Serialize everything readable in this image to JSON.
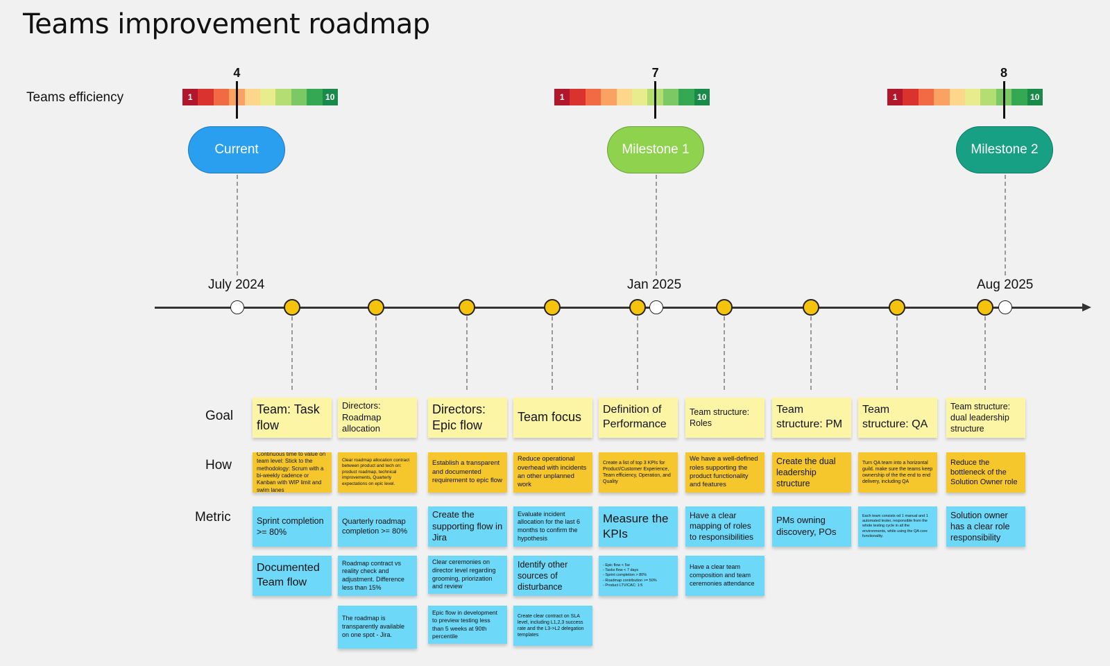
{
  "title": "Teams improvement roadmap",
  "efficiency_label": "Teams efficiency",
  "scale": {
    "min_label": "1",
    "max_label": "10",
    "colors": [
      "#b0162c",
      "#d9322f",
      "#f26a43",
      "#faa264",
      "#fbd68b",
      "#e9ec8d",
      "#b4de74",
      "#7cc865",
      "#34a853",
      "#1a8a4a"
    ]
  },
  "milestones": [
    {
      "label": "Current",
      "score": "4",
      "date": "July 2024",
      "color": "#2a9ff0"
    },
    {
      "label": "Milestone 1",
      "score": "7",
      "date": "Jan 2025",
      "color": "#8ed24e"
    },
    {
      "label": "Milestone 2",
      "score": "8",
      "date": "Aug 2025",
      "color": "#17a084"
    }
  ],
  "row_labels": {
    "goal": "Goal",
    "how": "How",
    "metric": "Metric"
  },
  "columns": [
    {
      "goal": "Team: Task flow",
      "how": "Continuous time to value on team level: Stick to the methodology: Scrum with a bi-weekly cadence or Kanban with WIP limit and swim lanes",
      "metrics": [
        "Sprint completion >= 80%",
        "Documented Team flow"
      ]
    },
    {
      "goal": "Directors: Roadmap allocation",
      "how": "Clear roadmap allocation contract between product and tech on: product roadmap, technical improvements, Quarterly expectations on epic level.",
      "metrics": [
        "Quarterly roadmap completion >= 80%",
        "Roadmap contract vs reality check and adjustment. Difference less than 15%",
        "The roadmap is transparently available on one spot - Jira."
      ]
    },
    {
      "goal": "Directors: Epic flow",
      "how": "Establish a transparent and documented requirement to epic flow",
      "metrics": [
        "Create the supporting flow in Jira",
        "Clear ceremonies on director level regarding grooming, priorization and review",
        "Epic flow in development to preview testing less than 5 weeks at 90th percentile"
      ]
    },
    {
      "goal": "Team focus",
      "how": "Reduce operational overhead with incidents an other unplanned work",
      "metrics": [
        "Evaluate incident allocation for the last 6 months to confirm the hypothesis",
        "Identify other sources of disturbance",
        "Create clear contract on SLA level, including L1,2,3 success rate and the L3->L2 delegation templates"
      ]
    },
    {
      "goal": "Definition of Performance",
      "how": "Create a list of top 3 KPIs for Product/Customer Experience, Team efficiency, Operation, and Quality",
      "metrics": [
        "Measure the KPIs",
        "- Epic flow < 5w\n- Tasks flow < 7 days\n- Sprint completion > 80%\n- Roadmap contribution >= 50%\n- Product LTV/CAC: 1:5"
      ]
    },
    {
      "goal": "Team structure: Roles",
      "how": "We have a well-defined roles supporting the product functionality and features",
      "metrics": [
        "Have a clear mapping of roles to responsibilities",
        "Have a clear team composition and team ceremonies attendance"
      ]
    },
    {
      "goal": "Team structure: PM",
      "how": "Create the dual leadership structure",
      "metrics": [
        "PMs owning discovery, POs"
      ]
    },
    {
      "goal": "Team structure: QA",
      "how": "Turn QA team into a horizontal guild. make sure the teams keep ownership of the the end to end delivery, including QA",
      "metrics": [
        "Each team consists od 1 manual and 1 automated tester, responsible from the whole testing cycle in all the environments, while using the QA core functionality."
      ]
    },
    {
      "goal": "Team structure: dual leadership structure",
      "how": "Reduce the bottleneck of the Solution Owner role",
      "metrics": [
        "Solution owner has a clear role responsibility"
      ]
    }
  ]
}
